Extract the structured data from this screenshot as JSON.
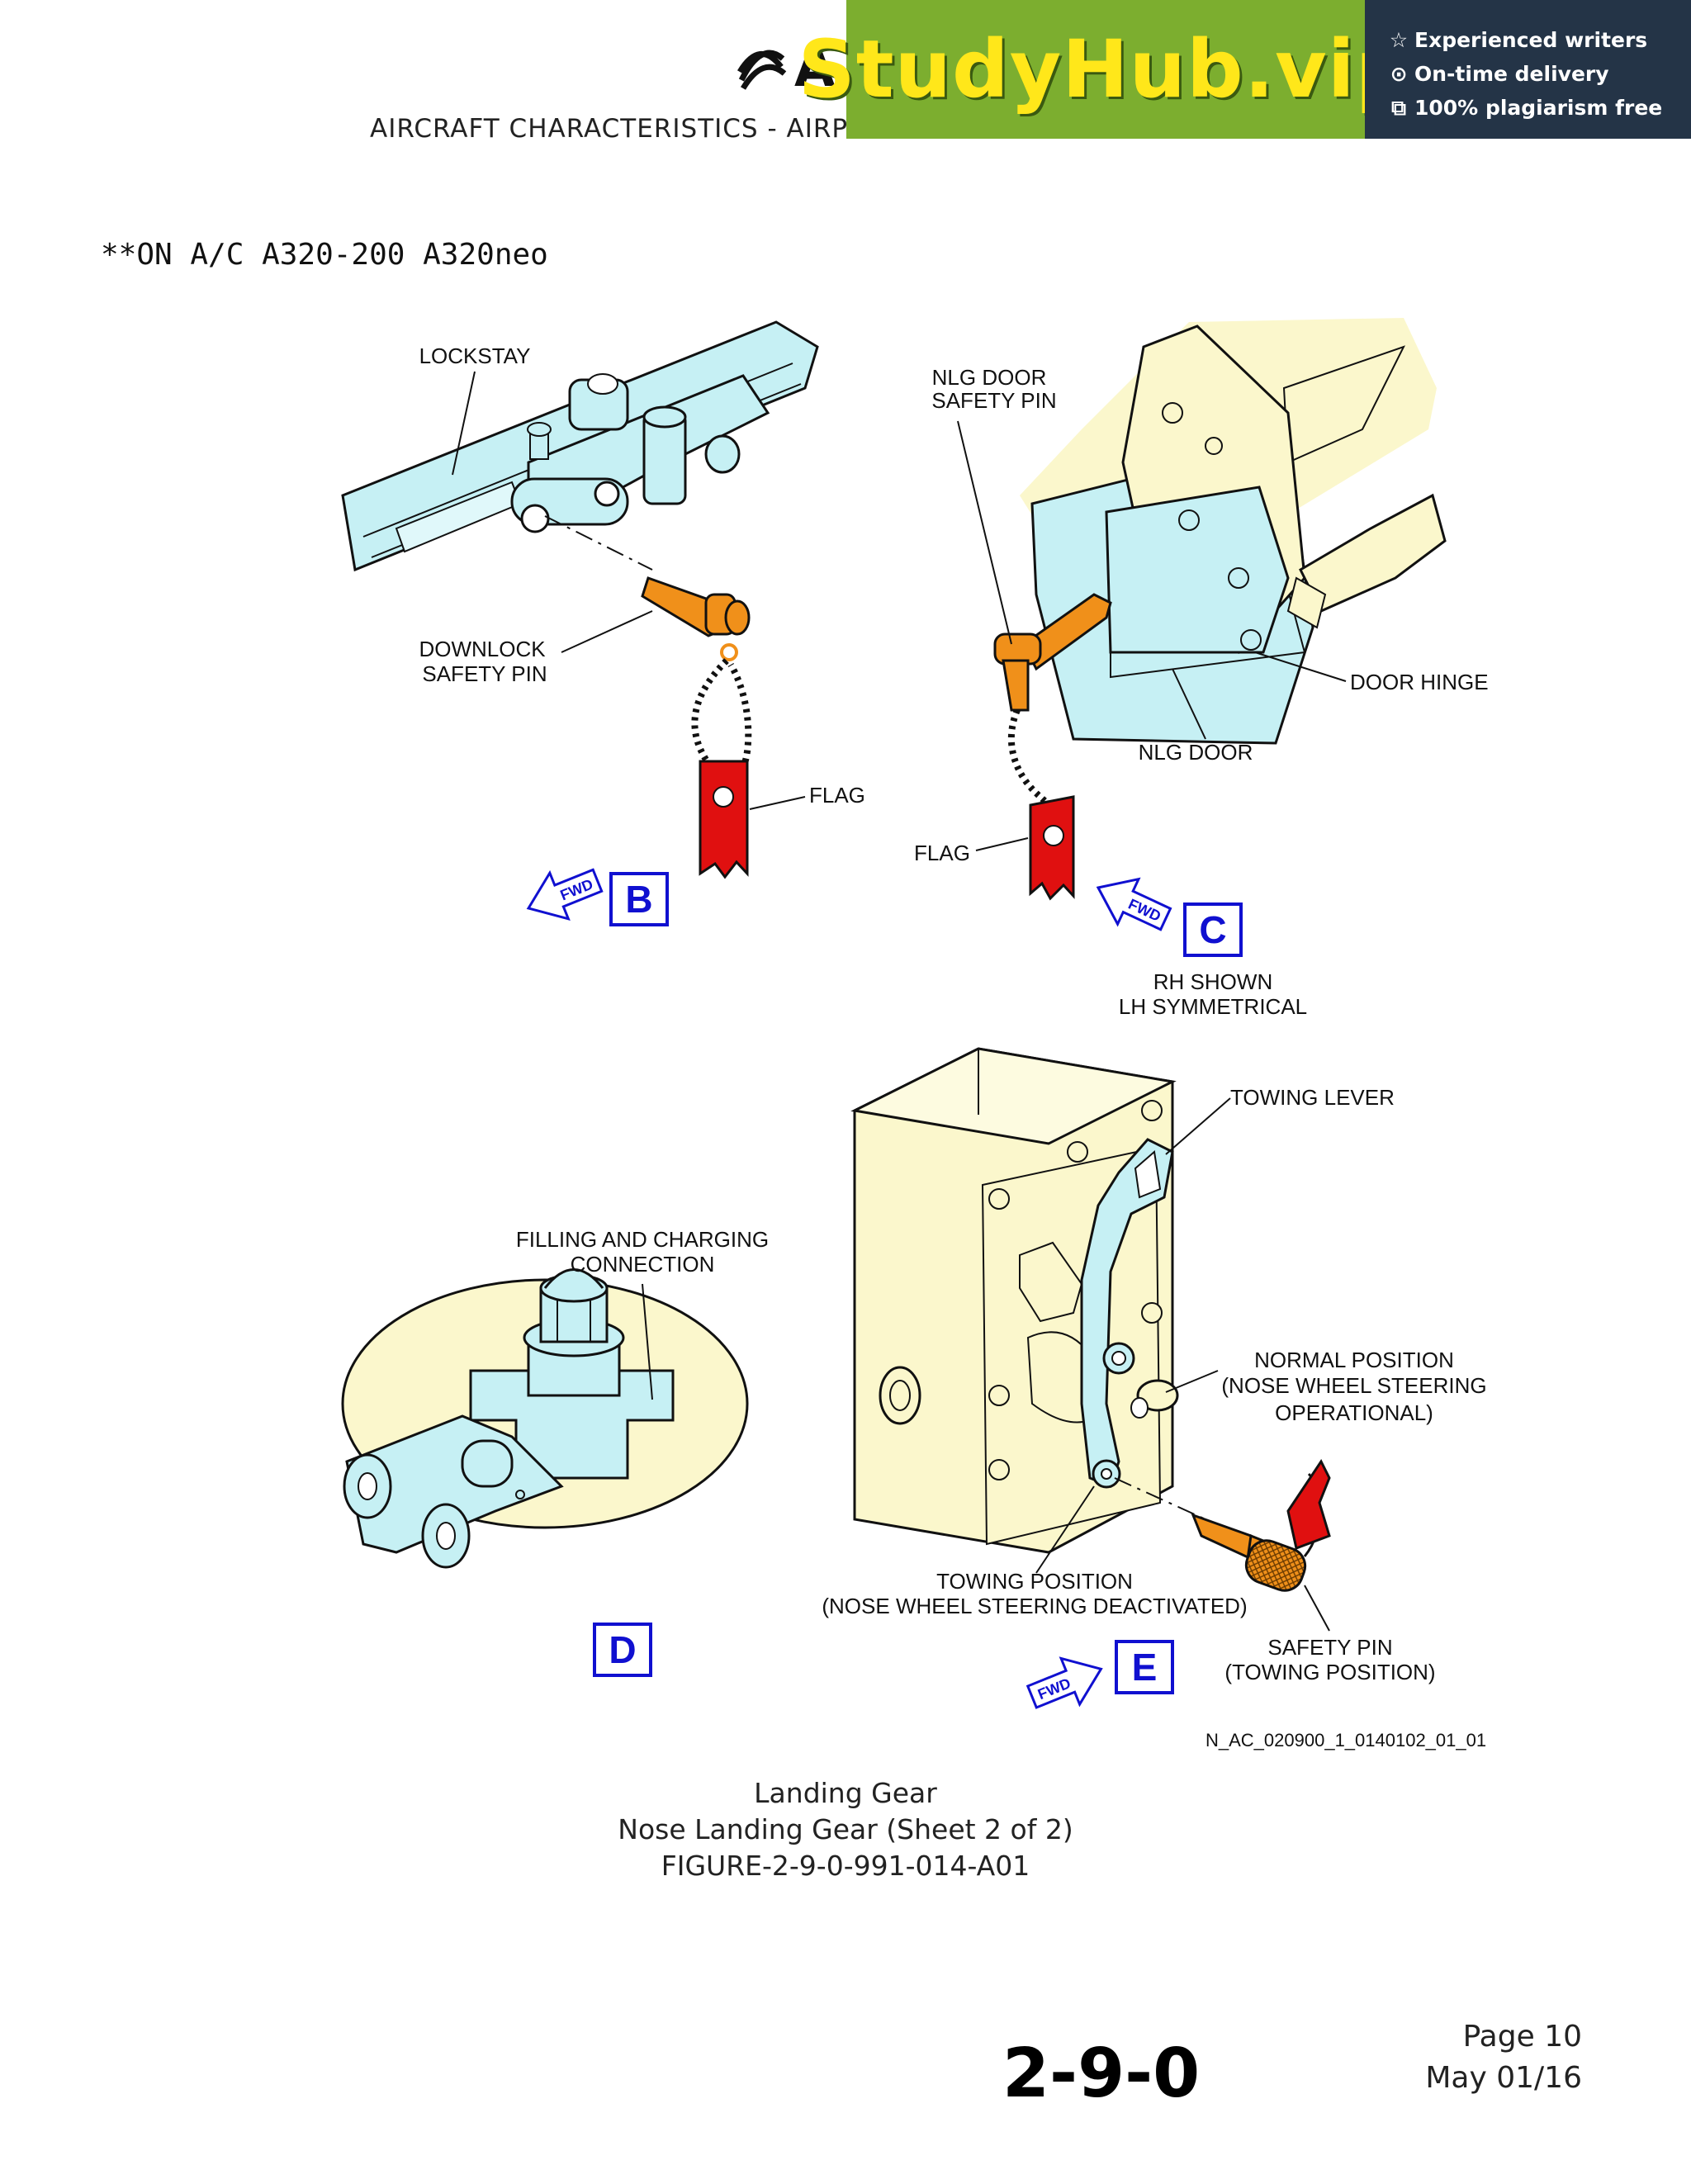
{
  "header": {
    "logo_text": "A",
    "subtitle": "AIRCRAFT CHARACTERISTICS - AIRPORT AND MAINTENANCE PLANNING"
  },
  "banner": {
    "brand": "StudyHub.vip",
    "features": [
      {
        "icon": "star-icon",
        "text": "Experienced writers"
      },
      {
        "icon": "clock-icon",
        "text": "On-time delivery"
      },
      {
        "icon": "shield-check-icon",
        "text": "100% plagiarism free"
      }
    ]
  },
  "applicability": "**ON A/C A320-200 A320neo",
  "figure": {
    "labels": {
      "lockstay": "LOCKSTAY",
      "downlock_1": "DOWNLOCK",
      "downlock_2": "SAFETY PIN",
      "flag_b": "FLAG",
      "nlg_pin_1": "NLG DOOR",
      "nlg_pin_2": "SAFETY PIN",
      "door_hinge": "DOOR HINGE",
      "nlg_door": "NLG DOOR",
      "flag_c": "FLAG",
      "rh_1": "RH SHOWN",
      "rh_2": "LH SYMMETRICAL",
      "towing_lever": "TOWING LEVER",
      "filling_1": "FILLING AND CHARGING",
      "filling_2": "CONNECTION",
      "normal_1": "NORMAL POSITION",
      "normal_2": "(NOSE WHEEL STEERING",
      "normal_3": "OPERATIONAL)",
      "towing_1": "TOWING POSITION",
      "towing_2": "(NOSE WHEEL STEERING DEACTIVATED)",
      "safety_1": "SAFETY PIN",
      "safety_2": "(TOWING POSITION)"
    },
    "views": {
      "b": "B",
      "c": "C",
      "d": "D",
      "e": "E"
    },
    "fwd": "FWD",
    "drawing_id": "N_AC_020900_1_0140102_01_01",
    "colors": {
      "structure": "#c6f0f4",
      "housing": "#fbf7cc",
      "pin": "#f0901a",
      "flag": "#e01010",
      "view_marker": "#1010d0"
    }
  },
  "caption": {
    "line1": "Landing Gear",
    "line2": "Nose Landing Gear (Sheet 2 of 2)",
    "line3": "FIGURE-2-9-0-991-014-A01"
  },
  "footer": {
    "section": "2-9-0",
    "page": "Page  10",
    "date": "May  01/16"
  }
}
